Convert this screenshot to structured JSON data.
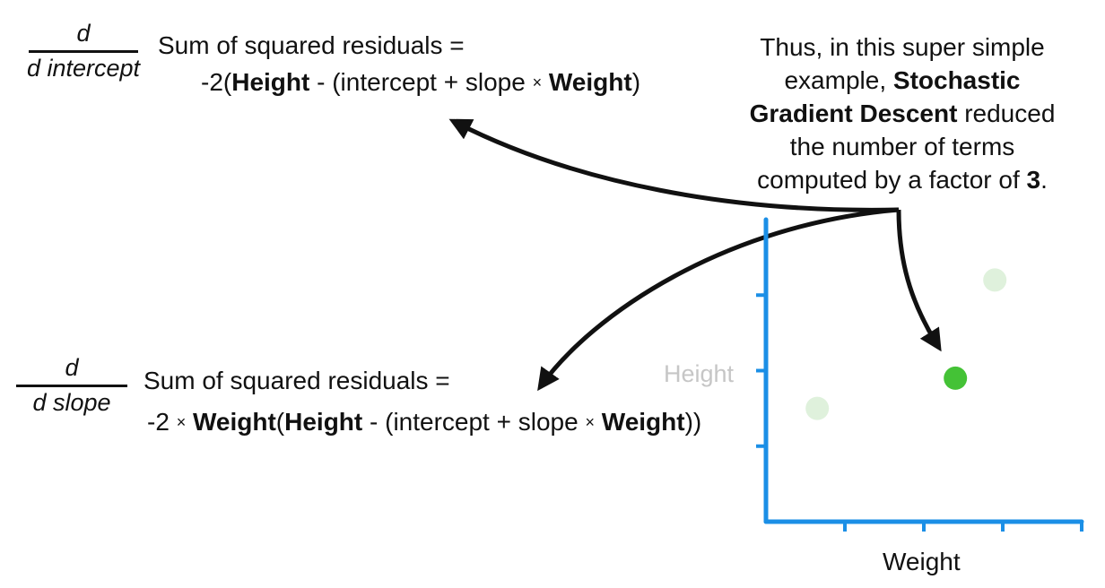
{
  "intercept_derivative": {
    "frac_num": "d",
    "frac_den": "d intercept",
    "lhs": "Sum of squared residuals =",
    "rhs_parts": {
      "p1": "-2(",
      "p2": "Height",
      "p3": " - (intercept + slope ",
      "times": "×",
      "p4": " ",
      "p5": "Weight",
      "p6": ")"
    }
  },
  "slope_derivative": {
    "frac_num": "d",
    "frac_den": "d slope",
    "lhs": "Sum of squared residuals =",
    "rhs_parts": {
      "p1": "-2 ",
      "times1": "×",
      "p2": " ",
      "p3": "Weight",
      "p4": "(",
      "p5": "Height",
      "p6": " - (intercept + slope ",
      "times2": "×",
      "p7": " ",
      "p8": "Weight",
      "p9": "))"
    }
  },
  "note": {
    "l1": "Thus, in this super simple",
    "l2a": "example, ",
    "l2b": "Stochastic",
    "l3a": "Gradient Descent",
    "l3b": " reduced",
    "l4": "the number of terms",
    "l5a": "computed by a factor of ",
    "l5b": "3",
    "l5c": "."
  },
  "chart": {
    "ylabel": "Height",
    "xlabel": "Weight"
  },
  "chart_data": {
    "type": "scatter",
    "xlabel": "Weight",
    "ylabel": "Height",
    "xlim": [
      0,
      4
    ],
    "ylim": [
      0,
      4
    ],
    "series": [
      {
        "x": [
          0.65,
          2.4,
          2.9
        ],
        "y": [
          1.5,
          1.9,
          3.2
        ]
      }
    ],
    "highlighted_point": {
      "x": 2.4,
      "y": 1.9
    },
    "colors": {
      "axis": "#1b8fe6",
      "highlight": "#44c236",
      "faded": "#dff1dc",
      "arrow": "#111111"
    }
  }
}
